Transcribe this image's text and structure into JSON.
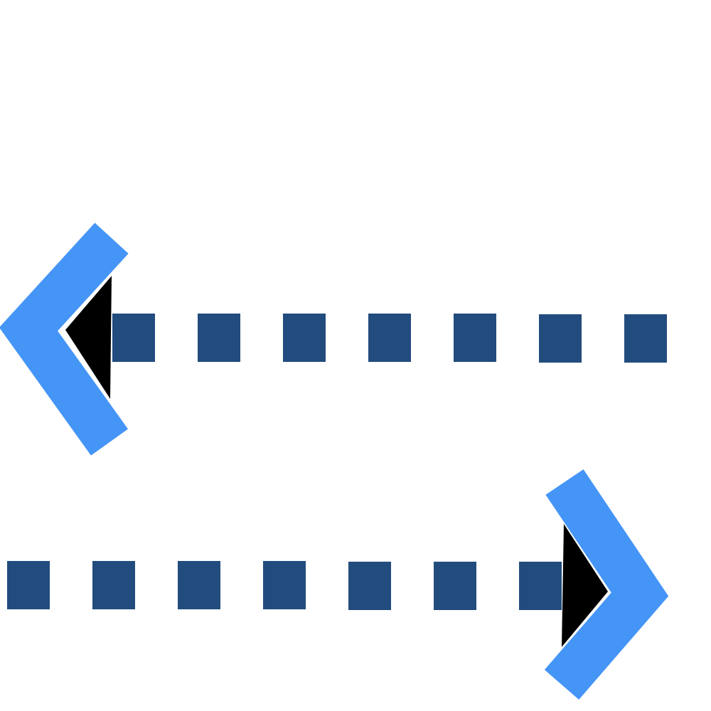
{
  "icon": {
    "name": "arrows-left-right-icon",
    "description_free": true
  },
  "colors": {
    "background": "#ffffff",
    "dash": "#224C7E",
    "chevron": "#4495F6",
    "arrowhead": "#000000"
  },
  "arrows": [
    {
      "id": "left-arrow",
      "direction": "left",
      "dash_count": 7
    },
    {
      "id": "right-arrow",
      "direction": "right",
      "dash_count": 7
    }
  ]
}
